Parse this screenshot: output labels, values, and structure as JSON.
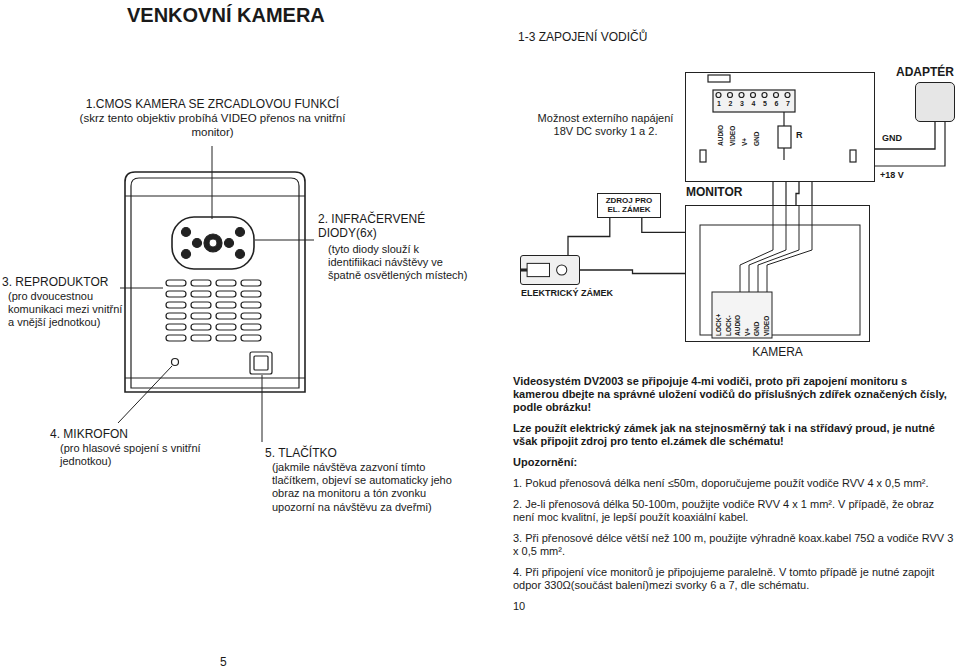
{
  "diagram": {
    "title": "VENKOVNÍ KAMERA",
    "nodes": [
      {
        "text": [
          "ADAPTÉR"
        ]
      },
      {
        "text": [
          "MONITOR"
        ]
      },
      {
        "text": [
          "ZDROJ PRO EL. ZÁMEK"
        ]
      },
      {
        "text": [
          "ELEKTRICKÝ ZÁMEK"
        ]
      },
      {
        "text": [
          "KAMERA"
        ]
      }
    ],
    "edges": [
      {
        "from": 0,
        "to": 1,
        "arrow": "none"
      },
      {
        "from": 1,
        "to": 4,
        "arrow": "none"
      },
      {
        "from": 2,
        "to": 3,
        "arrow": "none"
      },
      {
        "from": 2,
        "to": 4,
        "arrow": "none"
      },
      {
        "from": 3,
        "to": 4,
        "arrow": "none"
      }
    ],
    "labels": [
      "1.CMOS KAMERA SE ZRCADLOVOU FUNKCÍ",
      "(skrz tento objektiv probíhá VIDEO přenos na vnitřní monitor)",
      "2. INFRAČERVENÉ DIODY(6x)",
      "(tyto diody slouží k identifiikaci návštěvy ve špatně osvětlených místech)",
      "3. REPRODUKTOR",
      "(pro dvoucestnou komunikaci mezi vnitřní a vnější jednotkou)",
      "4. MIKROFON",
      "(pro hlasové spojení s vnitřní jednotkou)",
      "5. TLAČÍTKO",
      "(jakmile návštěva zazvoní tímto tlačítkem, objeví se automaticky jeho obraz na monitoru a tón zvonku upozorní na návštěvu za dveřmi)",
      "5",
      "1-3 ZAPOJENÍ VODIČŮ",
      "Možnost externího napájení 18V DC svorky 1 a 2.",
      "1",
      "2",
      "3",
      "4",
      "5",
      "6",
      "7",
      "AUDIO",
      "VIDEO",
      "V+",
      "GND",
      "R",
      "GND",
      "+18 V",
      "LOCK+",
      "LOCK-",
      "AUDIO",
      "V+",
      "GND",
      "VIDEO",
      "Videosystém DV2003 se připojuje 4-mi vodiči, proto při zapojení monitoru s kamerou dbejte na správné uložení vodičů do příslušných zdířek označených čísly, podle obrázku!",
      "Lze použít elektrický zámek jak na stejnosměrný tak i na střídavý proud, je nutné však připojit zdroj pro tento el.zámek dle schématu!",
      "Upozornění:",
      "1. Pokud přenosová délka není ≤50m, doporučujeme použít vodiče RVV 4 x 0,5 mm².",
      "2. Je-li přenosová délka 50-100m, použijte vodiče RVV 4 x 1 mm². V případě, že obraz není moc kvalitní, je lepší použít koaxiální kabel.",
      "3. Při přenosové délce větší než 100 m, použijte výhradně koax.kabel 75Ω a vodiče RVV 3 x 0,5 mm².",
      "4. Při připojení více monitorů je připojujeme paralelně. V tomto případě je nutné zapojit odpor 330Ω(součást balení)mezi svorky 6 a 7, dle schématu.",
      "10"
    ]
  }
}
